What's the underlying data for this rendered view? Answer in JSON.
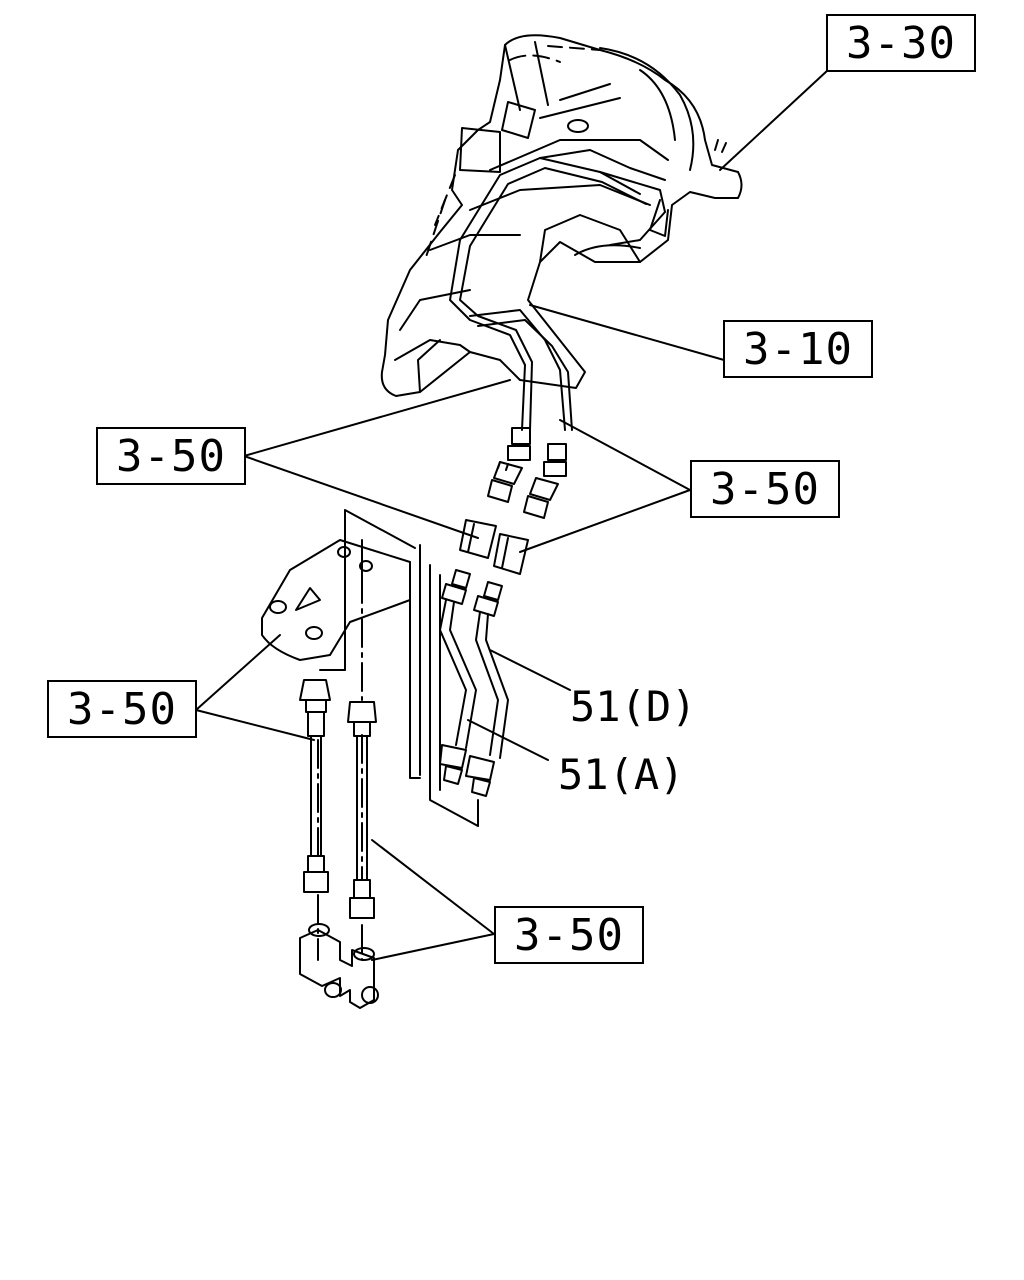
{
  "callouts": {
    "ref_3_30": "3-30",
    "ref_3_10": "3-10",
    "ref_3_50_left": "3-50",
    "ref_3_50_right": "3-50",
    "ref_3_50_lower_left": "3-50",
    "ref_3_50_bottom": "3-50"
  },
  "part_labels": {
    "pipe_d": "51(D)",
    "pipe_a": "51(A)"
  },
  "colors": {
    "line": "#000000",
    "background": "#ffffff"
  }
}
